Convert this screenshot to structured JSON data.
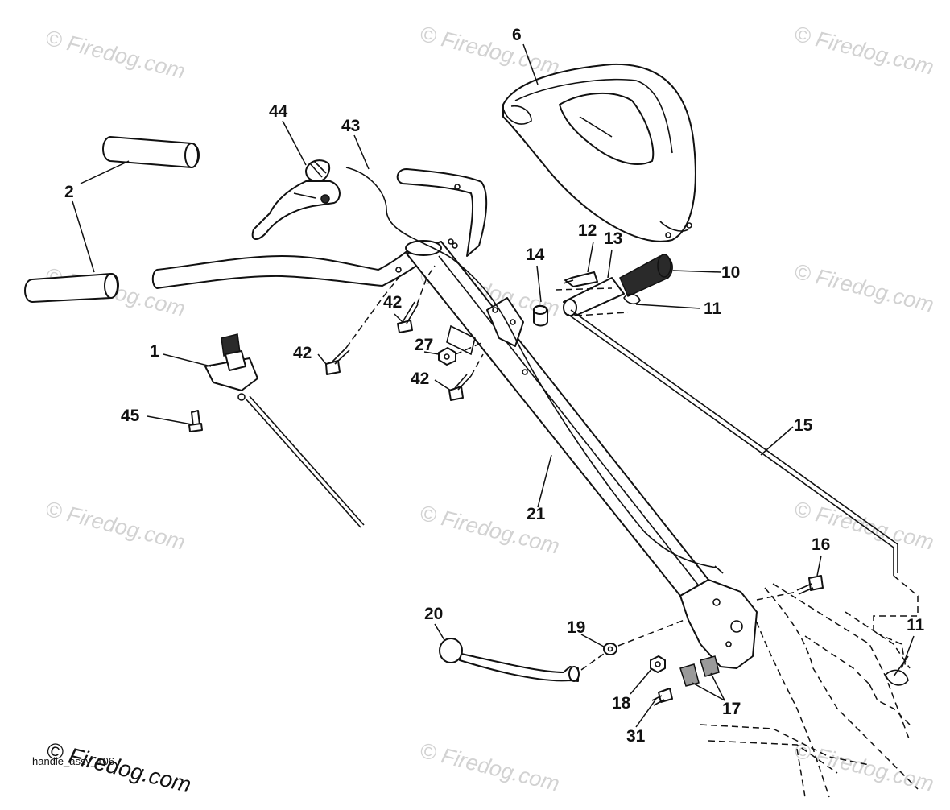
{
  "diagram": {
    "caption": "handle_assy_106",
    "watermark_text": "© Firedog.com",
    "corner_watermark": "© Firedog.com",
    "callouts": [
      "6",
      "44",
      "43",
      "2",
      "12",
      "13",
      "10",
      "14",
      "11",
      "42",
      "42",
      "27",
      "42",
      "1",
      "45",
      "15",
      "21",
      "16",
      "20",
      "19",
      "11",
      "18",
      "17",
      "31"
    ]
  }
}
